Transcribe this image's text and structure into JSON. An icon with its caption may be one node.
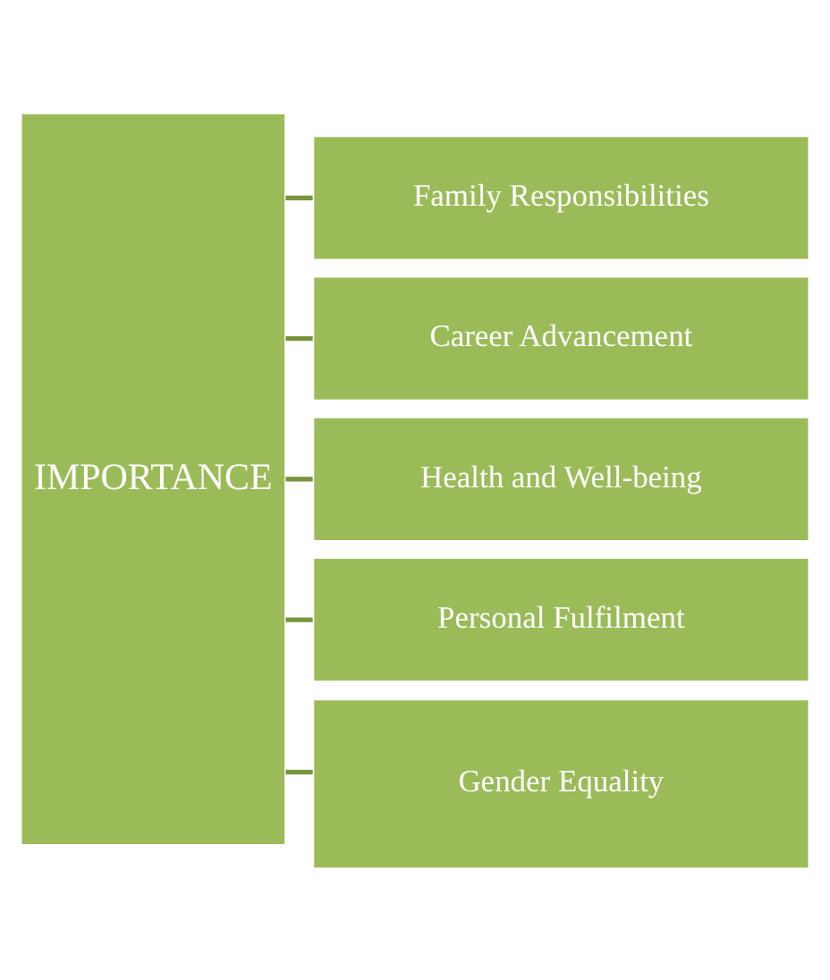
{
  "diagram": {
    "nodes": [
      {
        "text": [
          "IMPORTANCE"
        ]
      },
      {
        "text": [
          "Family Responsibilities"
        ]
      },
      {
        "text": [
          "Career Advancement"
        ]
      },
      {
        "text": [
          "Health and Well-being"
        ]
      },
      {
        "text": [
          "Personal Fulfilment"
        ]
      },
      {
        "text": [
          "Gender Equality"
        ]
      }
    ],
    "edges": [
      {
        "from": 0,
        "to": 1,
        "arrow": "none"
      },
      {
        "from": 0,
        "to": 2,
        "arrow": "none"
      },
      {
        "from": 0,
        "to": 3,
        "arrow": "none"
      },
      {
        "from": 0,
        "to": 4,
        "arrow": "none"
      },
      {
        "from": 0,
        "to": 5,
        "arrow": "none"
      }
    ]
  }
}
